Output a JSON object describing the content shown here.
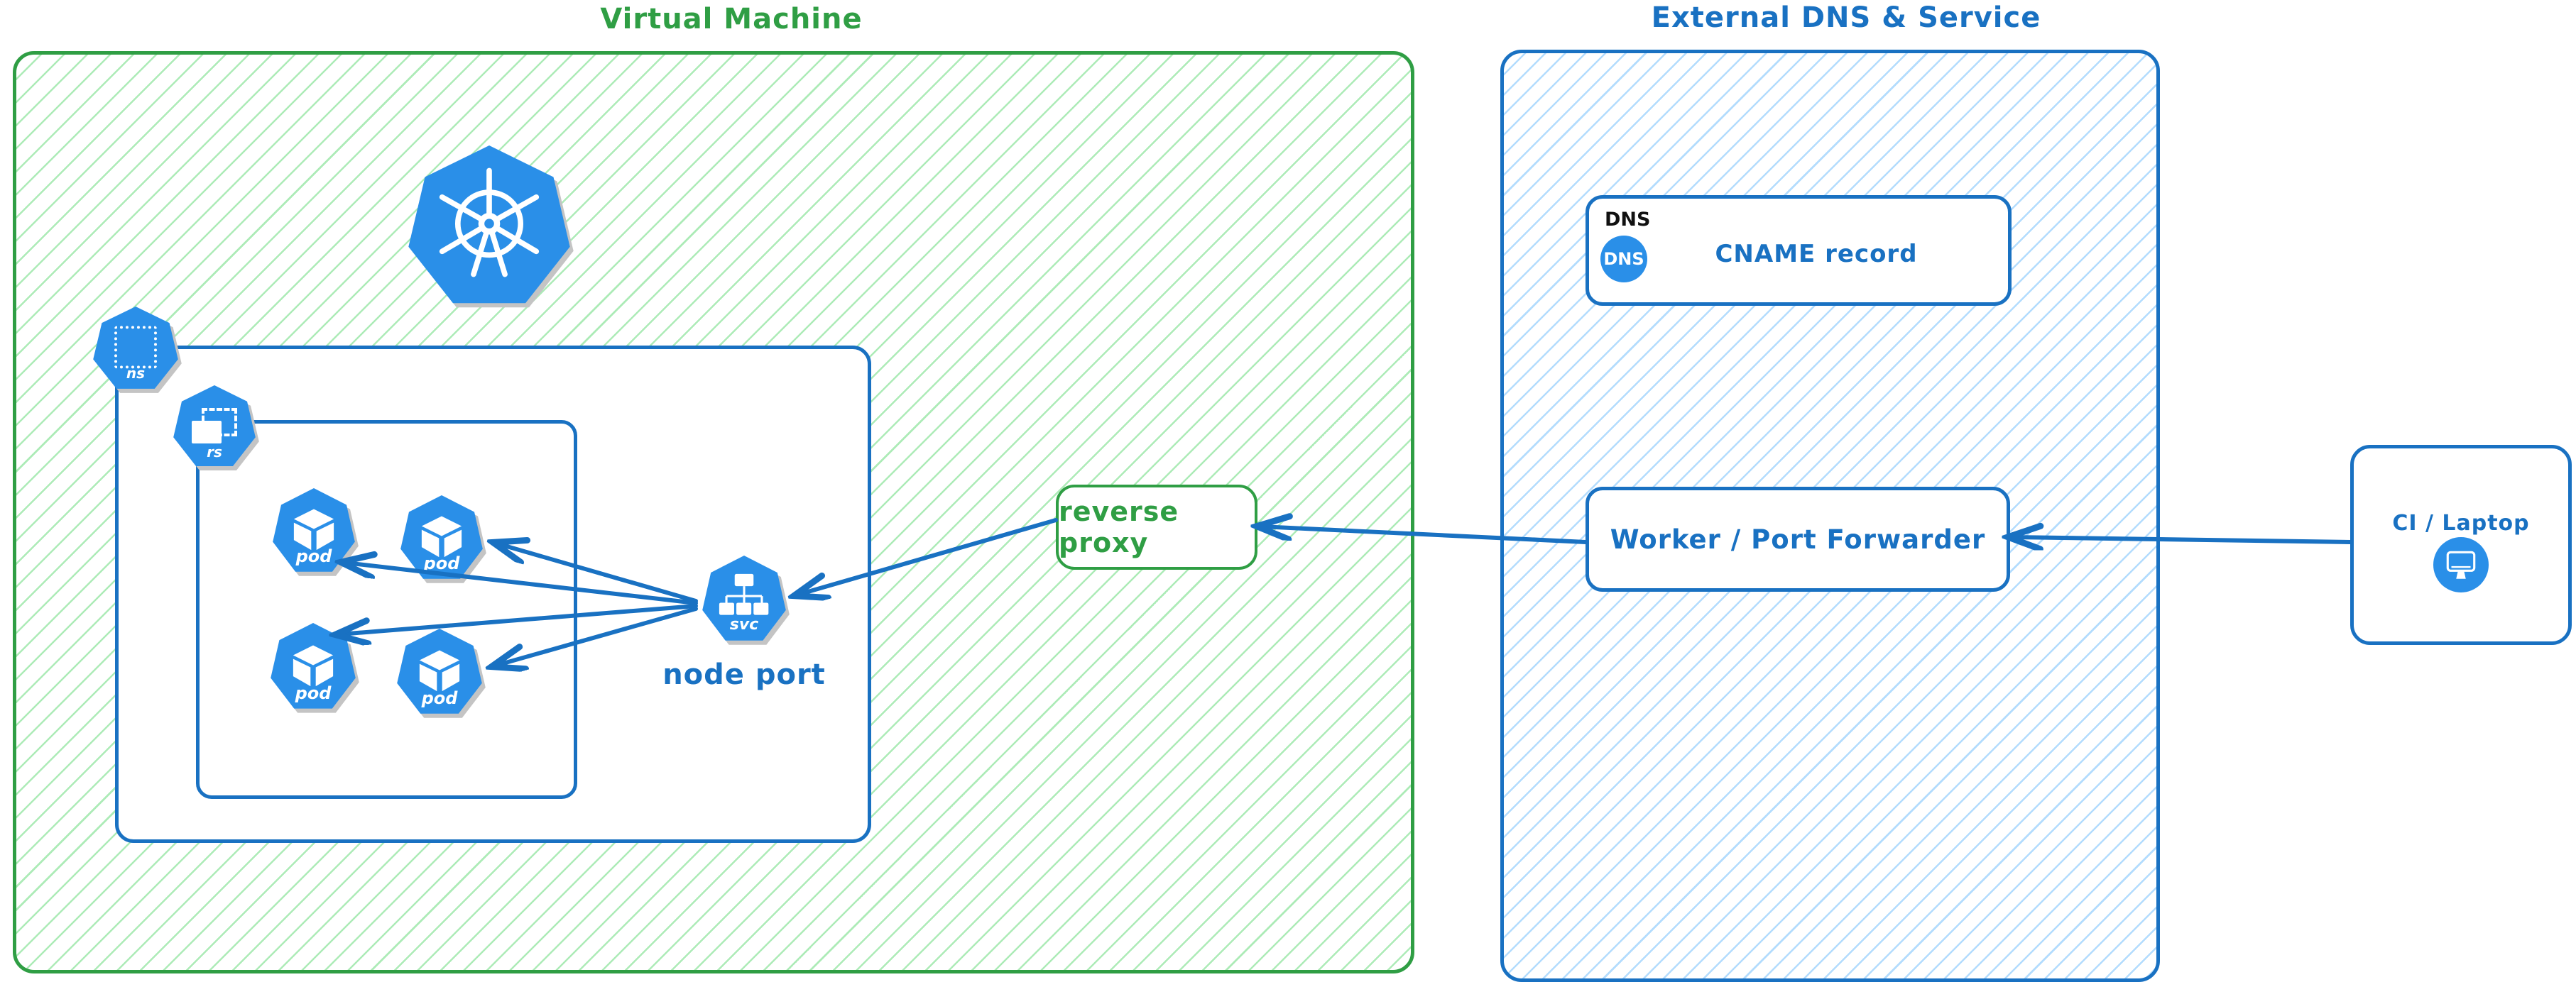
{
  "colors": {
    "green_stroke": "#2f9e44",
    "blue_stroke": "#1971c2",
    "icon_blue": "#2a8fe8",
    "green_hatch": "#69db7c",
    "blue_hatch": "#74c0fc"
  },
  "vm_group": {
    "title": "Virtual Machine"
  },
  "kubernetes_icon": {
    "name": "kubernetes-logo"
  },
  "namespace": {
    "badge": "ns"
  },
  "replicaset": {
    "badge": "rs"
  },
  "pods": [
    {
      "label": "pod"
    },
    {
      "label": "pod"
    },
    {
      "label": "pod"
    },
    {
      "label": "pod"
    }
  ],
  "service": {
    "badge": "svc",
    "caption": "node port"
  },
  "reverse_proxy": {
    "label": "reverse proxy"
  },
  "external_group": {
    "title": "External DNS & Service",
    "dns_card": {
      "header": "DNS",
      "badge": "DNS",
      "label": "CNAME record"
    },
    "worker": {
      "label": "Worker / Port Forwarder"
    }
  },
  "ci": {
    "label": "CI / Laptop"
  },
  "edges": [
    {
      "from": "node-port-service",
      "to": "pod-1"
    },
    {
      "from": "node-port-service",
      "to": "pod-2"
    },
    {
      "from": "node-port-service",
      "to": "pod-3"
    },
    {
      "from": "node-port-service",
      "to": "pod-4"
    },
    {
      "from": "reverse-proxy",
      "to": "node-port-service"
    },
    {
      "from": "worker-port-forwarder",
      "to": "reverse-proxy"
    },
    {
      "from": "ci-laptop",
      "to": "worker-port-forwarder"
    }
  ]
}
